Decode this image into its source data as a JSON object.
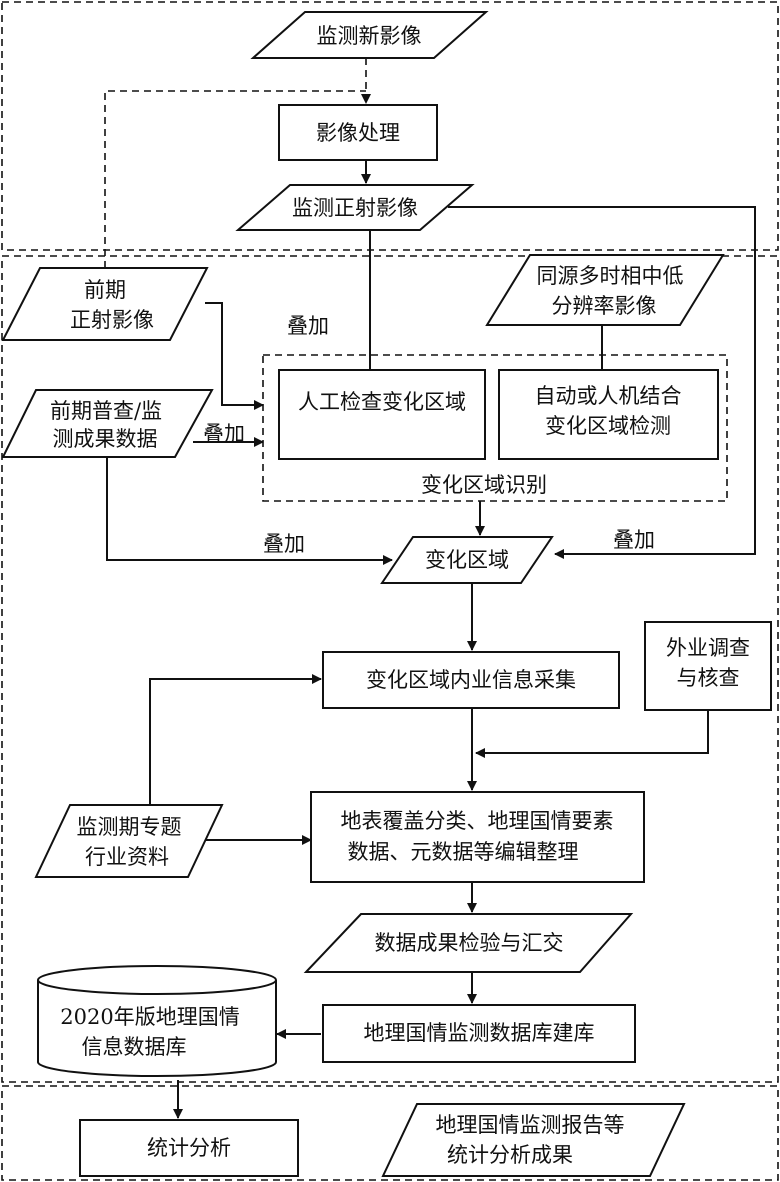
{
  "nodes": {
    "new_image": "监测新影像",
    "image_processing": "影像处理",
    "ortho_image": "监测正射影像",
    "prior_ortho_line1": "前期",
    "prior_ortho_line2": "正射影像",
    "multi_temporal_line1": "同源多时相中低",
    "multi_temporal_line2": "分辨率影像",
    "prior_census_line1": "前期普查/监",
    "prior_census_line2": "测成果数据",
    "manual_check": "人工检查变化区域",
    "auto_detect_line1": "自动或人机结合",
    "auto_detect_line2": "变化区域检测",
    "change_identification": "变化区域识别",
    "change_area": "变化区域",
    "field_survey_line1": "外业调查",
    "field_survey_line2": "与核查",
    "indoor_collection": "变化区域内业信息采集",
    "thematic_line1": "监测期专题",
    "thematic_line2": "行业资料",
    "editing_line1": "地表覆盖分类、地理国情要素",
    "editing_line2": "数据、元数据等编辑整理",
    "qa_delivery": "数据成果检验与汇交",
    "database_line1": "2020年版地理国情",
    "database_line2": "信息数据库",
    "db_build": "地理国情监测数据库建库",
    "statistics": "统计分析",
    "report_line1": "地理国情监测报告等",
    "report_line2": "统计分析成果"
  },
  "edge_labels": {
    "overlay_1": "叠加",
    "overlay_2": "叠加",
    "overlay_3": "叠加",
    "overlay_4": "叠加"
  }
}
